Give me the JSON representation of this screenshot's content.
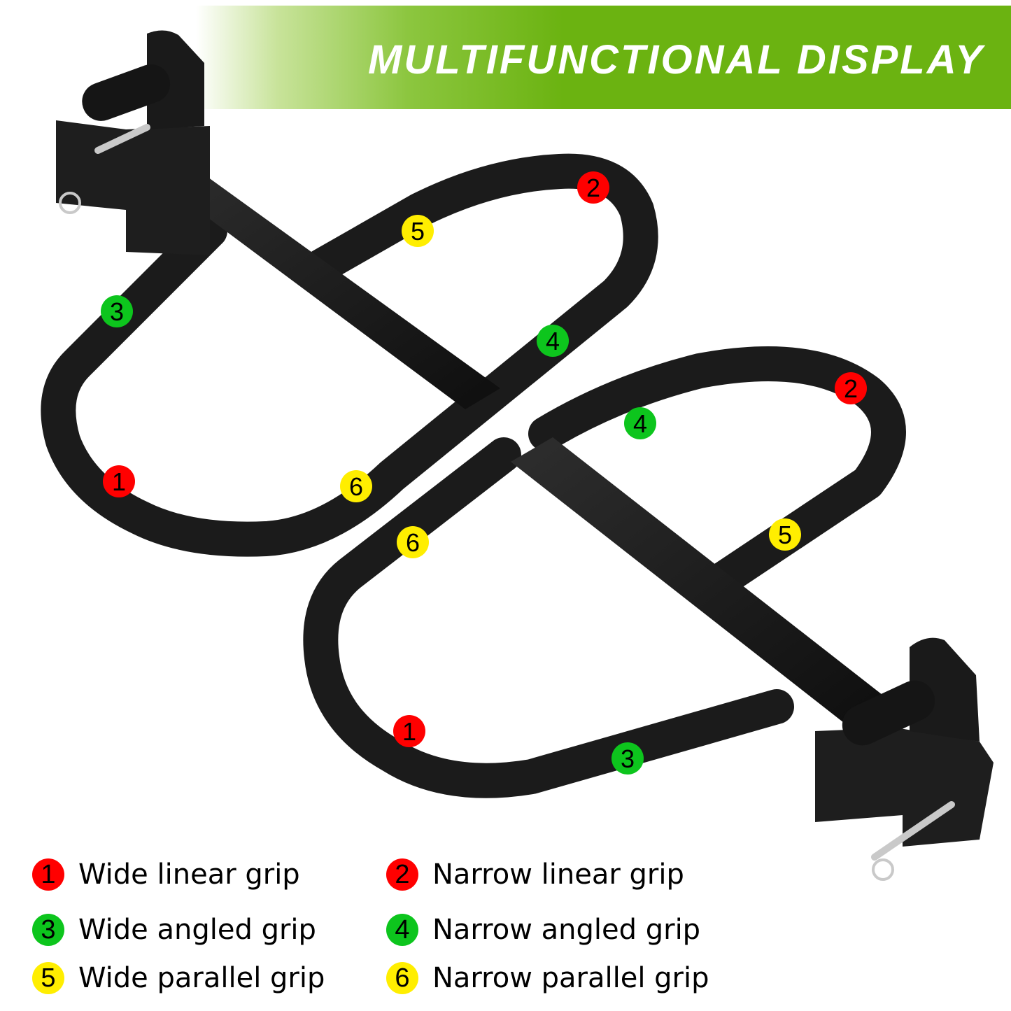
{
  "banner": {
    "title": "MULTIFUNCTIONAL DISPLAY"
  },
  "colors": {
    "red": "#ff0000",
    "green": "#0dc51d",
    "yellow": "#ffee00",
    "banner_green": "#6bb311",
    "metal": "#1b1b1b"
  },
  "callouts": [
    {
      "number": "1",
      "color": "red"
    },
    {
      "number": "2",
      "color": "red"
    },
    {
      "number": "3",
      "color": "green"
    },
    {
      "number": "4",
      "color": "green"
    },
    {
      "number": "5",
      "color": "yellow"
    },
    {
      "number": "6",
      "color": "yellow"
    },
    {
      "number": "1",
      "color": "red"
    },
    {
      "number": "2",
      "color": "red"
    },
    {
      "number": "3",
      "color": "green"
    },
    {
      "number": "4",
      "color": "green"
    },
    {
      "number": "5",
      "color": "yellow"
    },
    {
      "number": "6",
      "color": "yellow"
    }
  ],
  "legend": [
    {
      "number": "1",
      "color": "red",
      "label": "Wide linear grip"
    },
    {
      "number": "2",
      "color": "red",
      "label": "Narrow linear grip"
    },
    {
      "number": "3",
      "color": "green",
      "label": "Wide angled grip"
    },
    {
      "number": "4",
      "color": "green",
      "label": "Narrow angled grip"
    },
    {
      "number": "5",
      "color": "yellow",
      "label": "Wide parallel grip"
    },
    {
      "number": "6",
      "color": "yellow",
      "label": "Narrow parallel grip"
    }
  ]
}
